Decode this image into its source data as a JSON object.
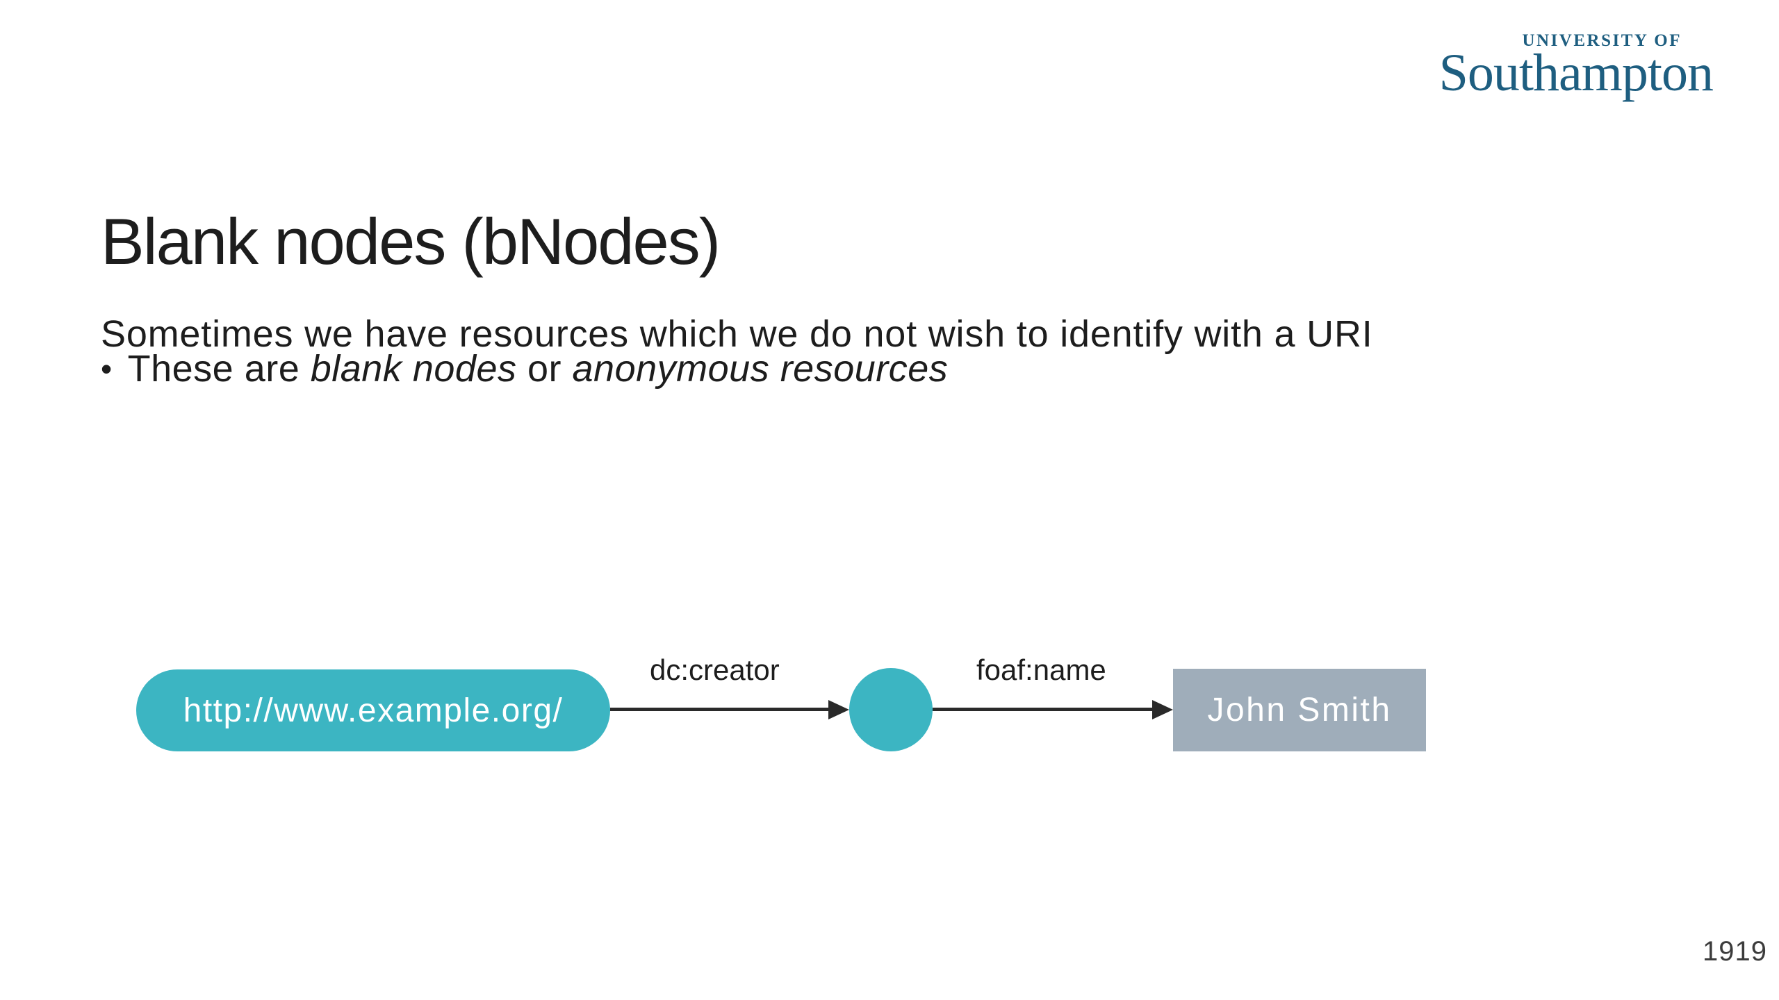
{
  "logo": {
    "university_of": "UNIVERSITY OF",
    "southampton": "Southampton",
    "color": "#1e5e80"
  },
  "header": {
    "title": "Blank nodes (bNodes)"
  },
  "content": {
    "intro": "Sometimes we have resources which we do not wish to identify with a URI",
    "bullet": {
      "marker": "•",
      "segments": [
        {
          "text": "These are ",
          "style": "regular"
        },
        {
          "text": "blank nodes",
          "style": "italic"
        },
        {
          "text": " or ",
          "style": "regular"
        },
        {
          "text": "anonymous resources",
          "style": "italic"
        }
      ]
    }
  },
  "diagram": {
    "subject_node": {
      "label": "http://www.example.org/",
      "shape": "rounded-pill",
      "fill": "#3cb5c2",
      "text_color": "#ffffff"
    },
    "predicate1": {
      "label": "dc:creator"
    },
    "blank_node": {
      "label": "",
      "shape": "circle",
      "fill": "#3cb5c2"
    },
    "predicate2": {
      "label": "foaf:name"
    },
    "object_node": {
      "label": "John Smith",
      "shape": "rectangle",
      "fill": "#9fadba",
      "text_color": "#ffffff"
    },
    "arrow_color": "#2a2a2a"
  },
  "footer": {
    "page_number": "1919"
  },
  "colors": {
    "background": "#ffffff",
    "text": "#1d1d1d",
    "logo_blue": "#1e5e80",
    "node_teal": "#3cb5c2",
    "literal_gray": "#9fadba"
  }
}
